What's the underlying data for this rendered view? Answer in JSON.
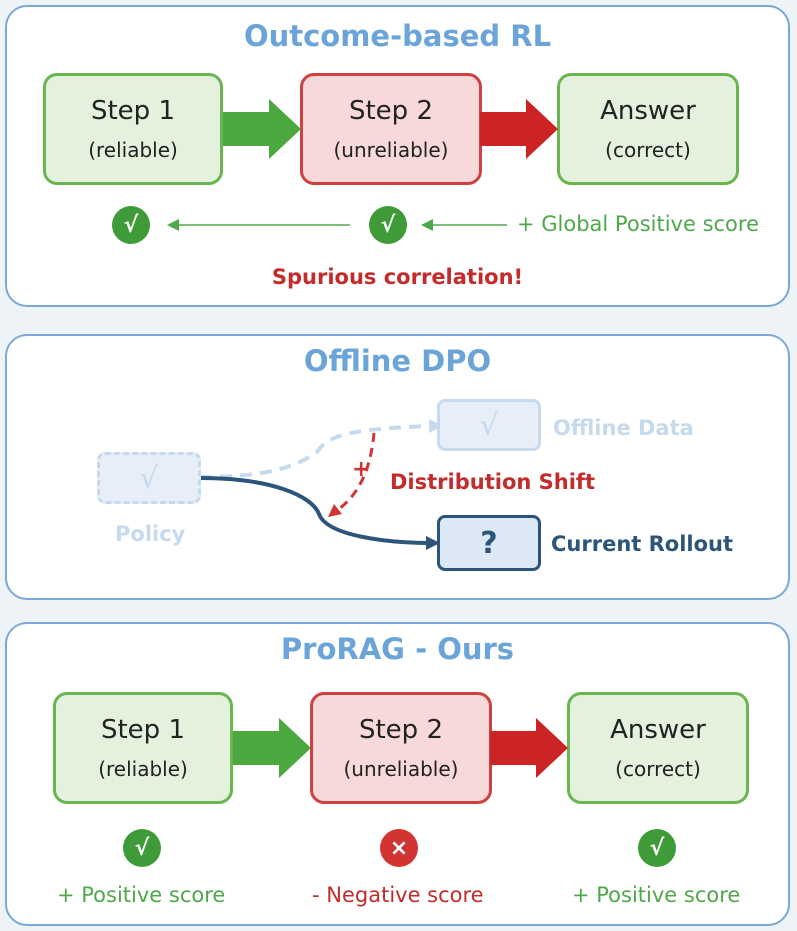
{
  "panels": [
    {
      "title": "Outcome-based RL",
      "boxes": [
        {
          "title": "Step 1",
          "sub": "(reliable)"
        },
        {
          "title": "Step 2",
          "sub": "(unreliable)"
        },
        {
          "title": "Answer",
          "sub": "(correct)"
        }
      ],
      "marks": [
        "√",
        "√"
      ],
      "score": "+ Global Positive score",
      "warning": "Spurious correlation!"
    },
    {
      "title": "Offline DPO",
      "offline_mark": "√",
      "offline_label": "Offline Data",
      "policy_mark": "√",
      "policy_label": "Policy",
      "rollout_mark": "?",
      "rollout_label": "Current Rollout",
      "shift_mark": "+",
      "shift_label": "Distribution Shift"
    },
    {
      "title": "ProRAG - Ours",
      "boxes": [
        {
          "title": "Step 1",
          "sub": "(reliable)"
        },
        {
          "title": "Step 2",
          "sub": "(unreliable)"
        },
        {
          "title": "Answer",
          "sub": "(correct)"
        }
      ],
      "marks": [
        "√",
        "×",
        "√"
      ],
      "scores": [
        "+ Positive score",
        "- Negative score",
        "+ Positive score"
      ]
    }
  ],
  "colors": {
    "panel_border": "#7aa9d6",
    "title_blue": "#6aa4d8",
    "green": "#4ea84a",
    "red": "#c42b2b",
    "dark_blue": "#2d557a",
    "faded_blue": "#c6daee"
  }
}
